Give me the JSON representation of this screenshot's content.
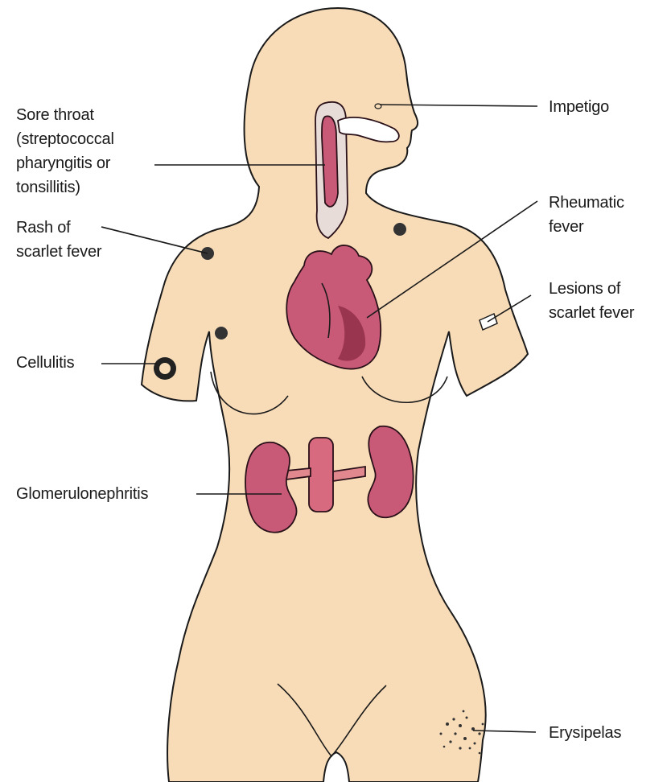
{
  "labels": {
    "sore_throat": "Sore throat\n(streptococcal\npharyngitis or\ntonsillitis)",
    "rash_scarlet_fever": "Rash of\nscarlet fever",
    "cellulitis": "Cellulitis",
    "glomerulonephritis": "Glomerulonephritis",
    "impetigo": "Impetigo",
    "rheumatic_fever": "Rheumatic\nfever",
    "lesions_scarlet_fever": "Lesions of\nscarlet fever",
    "erysipelas": "Erysipelas"
  },
  "colors": {
    "skin": "#f8dcb8",
    "organ": "#c85a78",
    "organ_shadow": "#9a3550",
    "outline": "#1a1a1a"
  }
}
